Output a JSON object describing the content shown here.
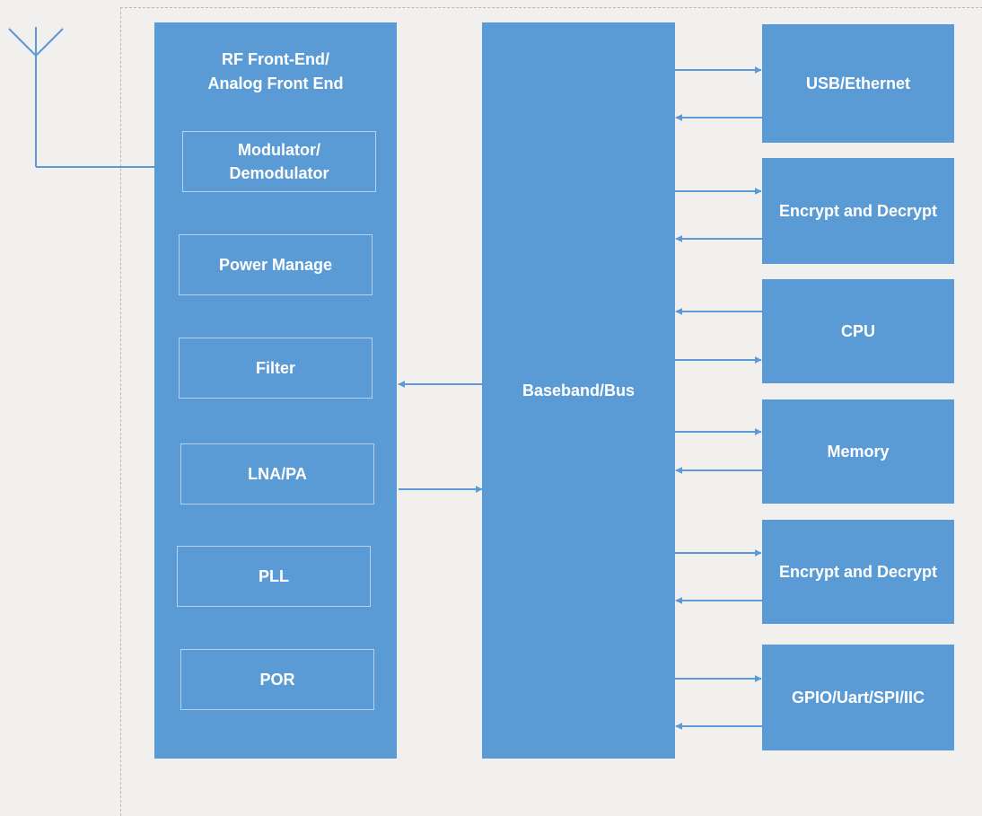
{
  "diagram": {
    "rf_block": {
      "title_lines": [
        "RF Front-End/",
        "Analog Front End"
      ],
      "subblocks": [
        {
          "lines": [
            "Modulator/",
            "Demodulator"
          ]
        },
        {
          "lines": [
            "Power Manage"
          ]
        },
        {
          "lines": [
            "Filter"
          ]
        },
        {
          "lines": [
            "LNA/PA"
          ]
        },
        {
          "lines": [
            "PLL"
          ]
        },
        {
          "lines": [
            "POR"
          ]
        }
      ]
    },
    "baseband": {
      "label": "Baseband/Bus"
    },
    "peripherals": [
      {
        "label": "USB/Ethernet"
      },
      {
        "label": "Encrypt and Decrypt"
      },
      {
        "label": "CPU"
      },
      {
        "label": "Memory"
      },
      {
        "label": "Encrypt and Decrypt"
      },
      {
        "label": "GPIO/Uart/SPI/IIC"
      }
    ]
  },
  "colors": {
    "block_fill": "#5b9bd5",
    "sub_border": "#b7d2ee",
    "connector": "#5b9bd5",
    "background": "#f1f0ee"
  },
  "icons": [
    "antenna-icon",
    "arrow-icon"
  ]
}
